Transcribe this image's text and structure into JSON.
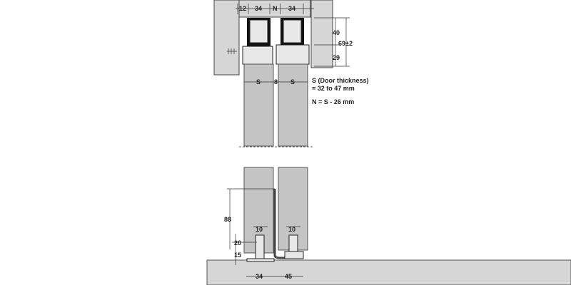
{
  "top_view": {
    "dims": {
      "wall_gap": "12",
      "carrier_left": "34",
      "spacing": "N",
      "carrier_right": "34",
      "upper": "40",
      "total": "69±2",
      "lower": "29",
      "door_left": "S",
      "door_gap": "8",
      "door_right": "S"
    },
    "notes": [
      "S (Door thickness)",
      "= 32 to 47 mm",
      "N = S - 26 mm"
    ]
  },
  "bottom_view": {
    "dims": {
      "height": "88",
      "guide_left": "10",
      "guide_right": "10",
      "guide_height": "20",
      "floor_offset": "15",
      "base_width": "34",
      "offset": "45"
    }
  },
  "colors": {
    "wall": "#d6d6d6",
    "door": "#c4c4c4",
    "line": "#222222"
  }
}
